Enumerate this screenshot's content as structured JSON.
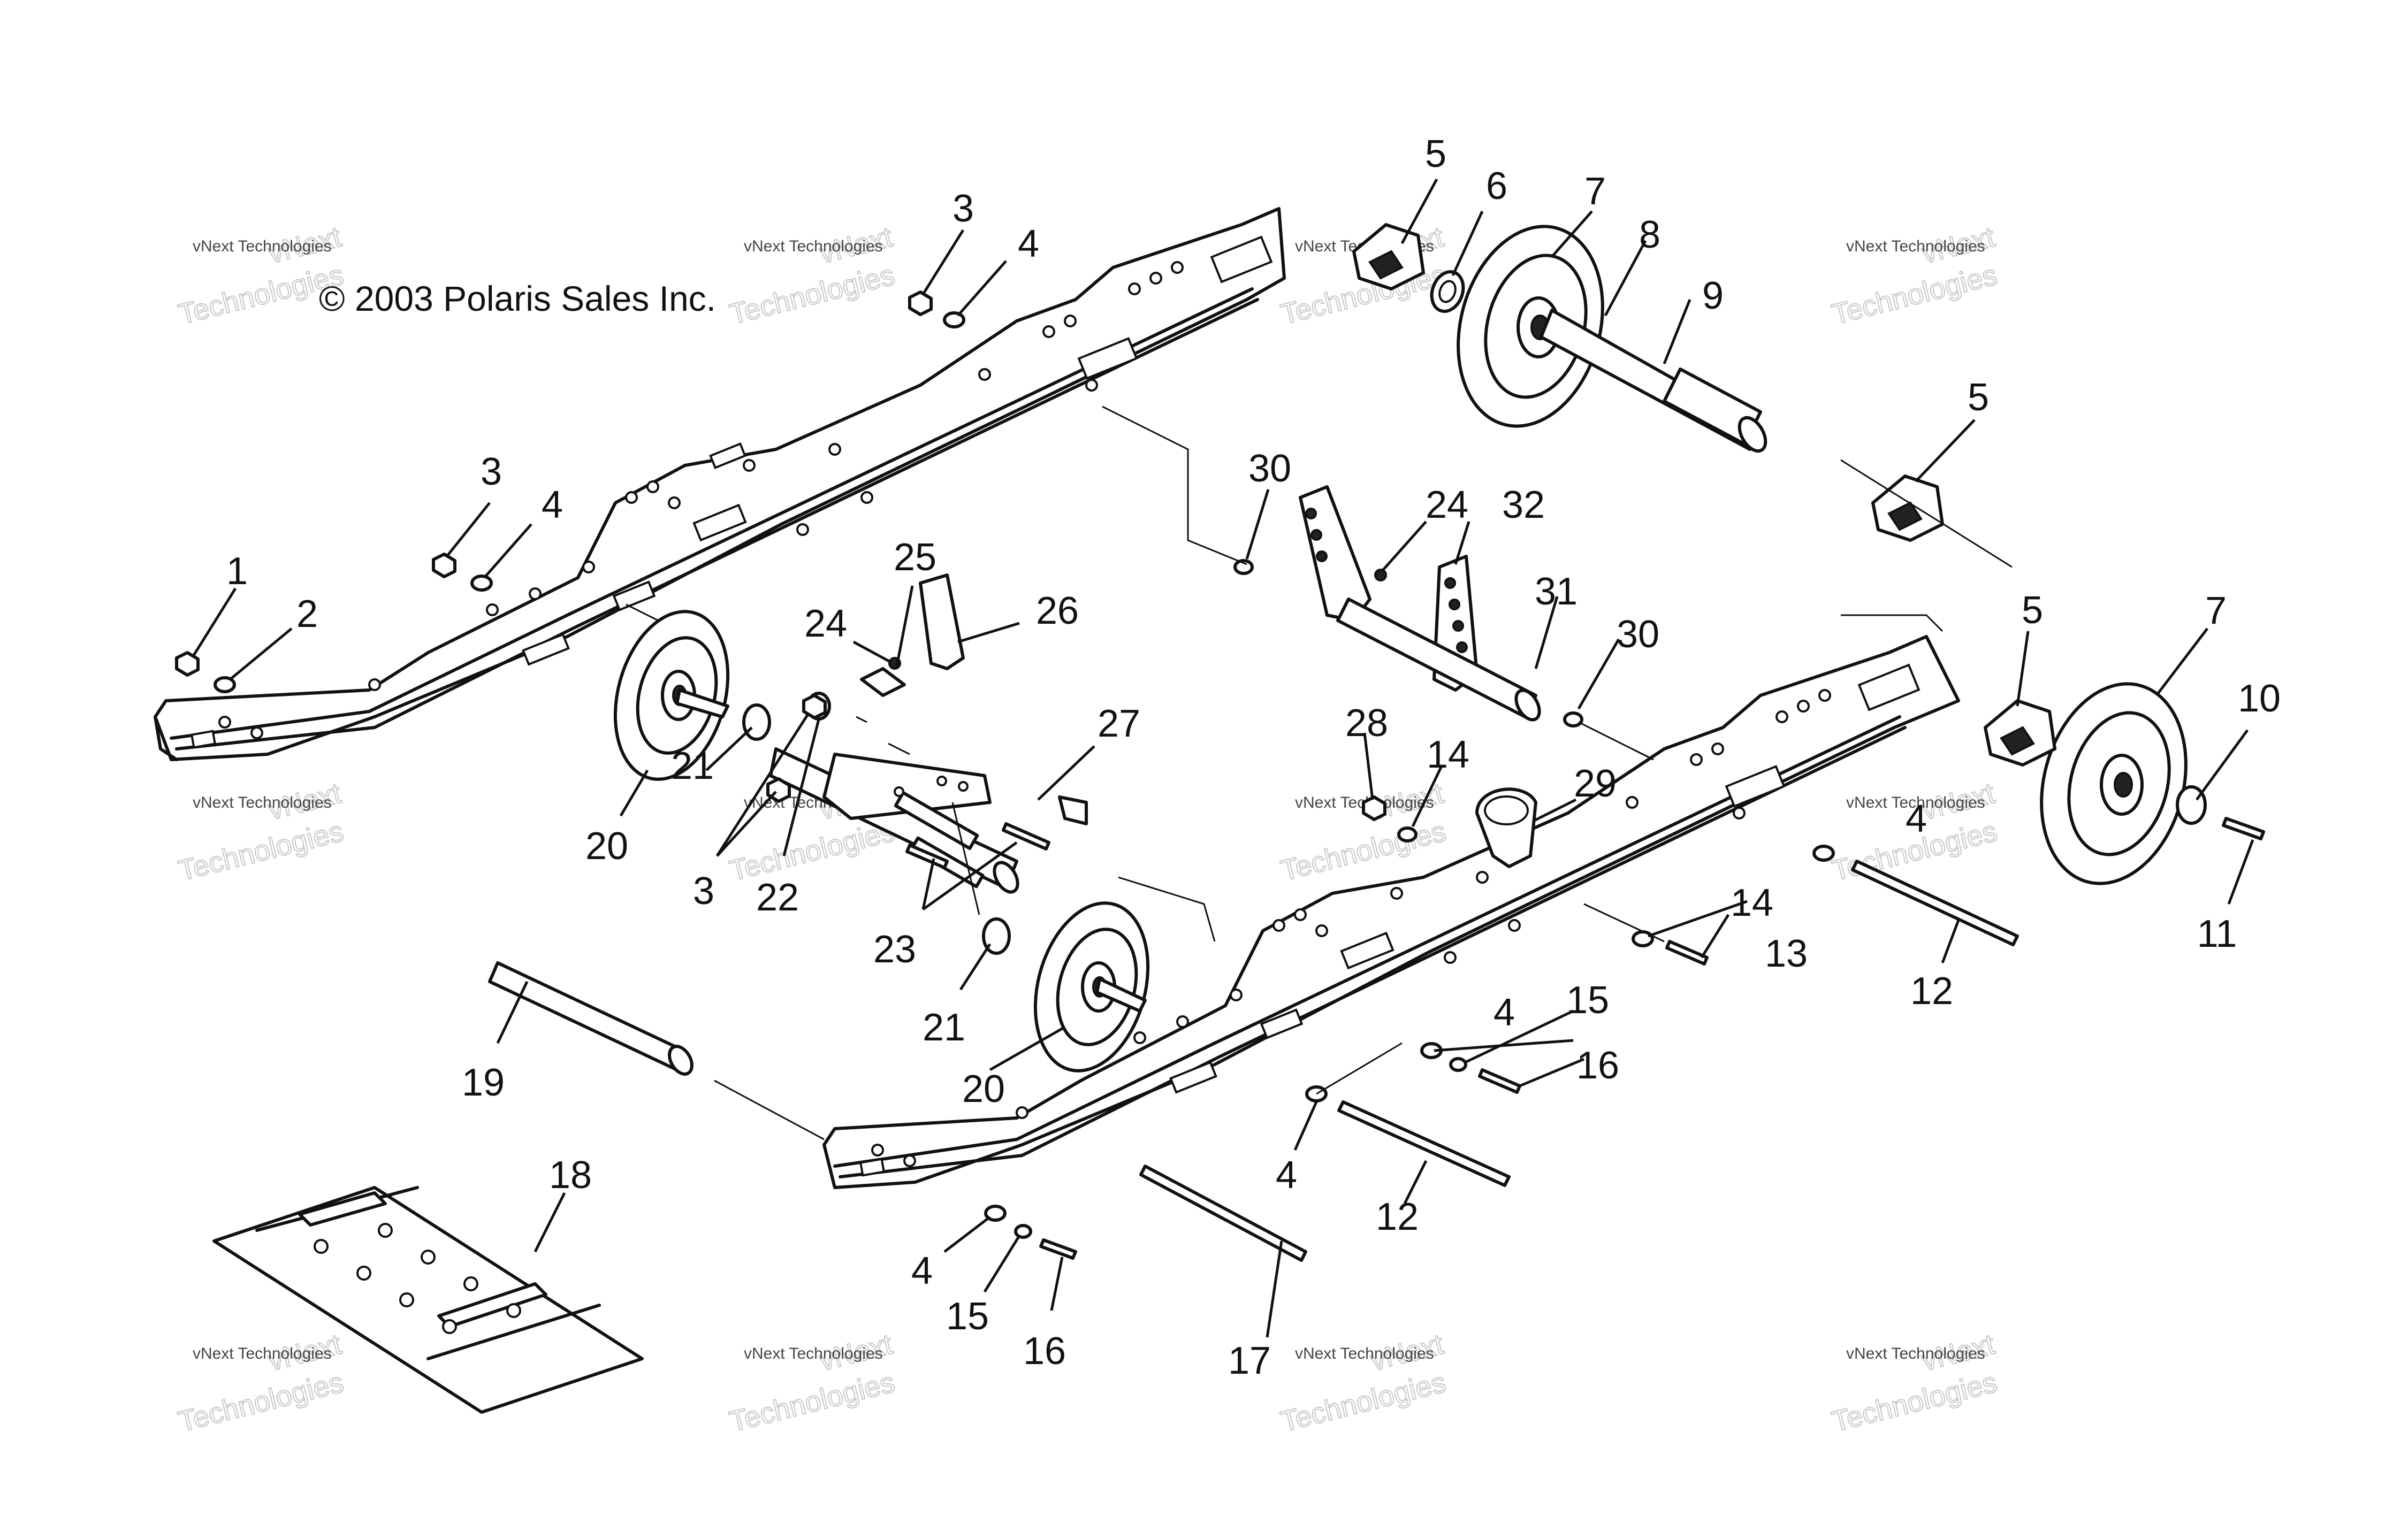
{
  "copyright": "© 2003 Polaris Sales Inc.",
  "watermark": {
    "small": "vNext Technologies",
    "large_top": "vNext",
    "large_bottom": "Technologies"
  },
  "callouts": [
    "1",
    "2",
    "3",
    "4",
    "5",
    "6",
    "7",
    "8",
    "9",
    "10",
    "11",
    "12",
    "13",
    "14",
    "15",
    "16",
    "17",
    "18",
    "19",
    "20",
    "21",
    "22",
    "23",
    "24",
    "25",
    "26",
    "27",
    "28",
    "29",
    "30",
    "31",
    "32"
  ]
}
